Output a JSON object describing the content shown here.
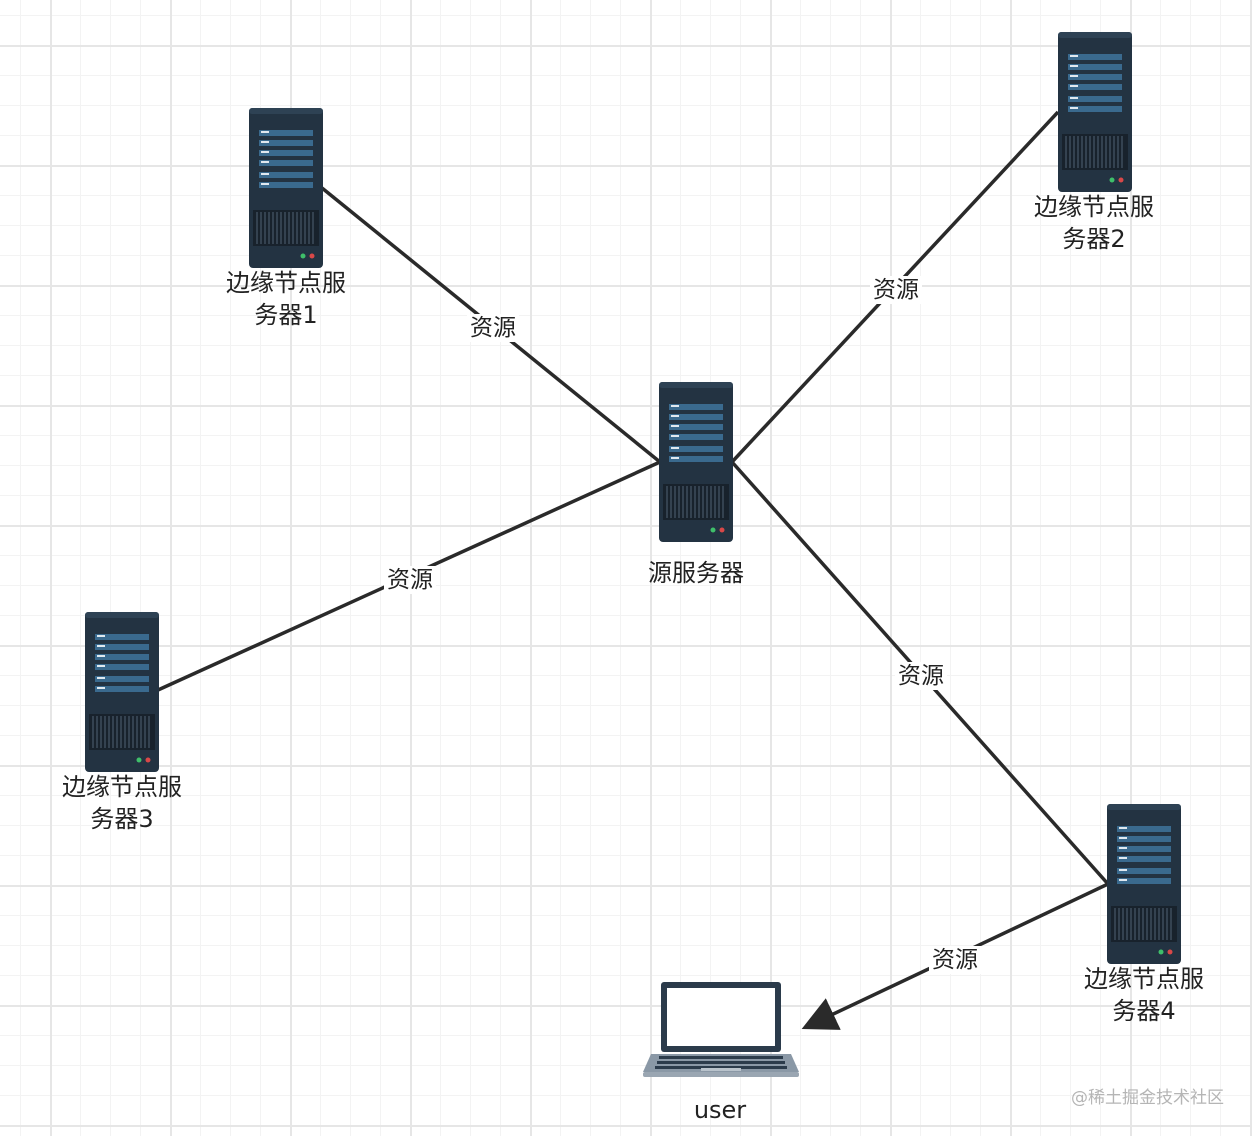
{
  "nodes": {
    "origin": {
      "label": "源服务器",
      "icon": "server-icon"
    },
    "edge1": {
      "label": "边缘节点服\n务器1",
      "icon": "server-icon"
    },
    "edge2": {
      "label": "边缘节点服\n务器2",
      "icon": "server-icon"
    },
    "edge3": {
      "label": "边缘节点服\n务器3",
      "icon": "server-icon"
    },
    "edge4": {
      "label": "边缘节点服\n务器4",
      "icon": "server-icon"
    },
    "user": {
      "label": "user",
      "icon": "laptop-icon"
    }
  },
  "edges": [
    {
      "from": "edge1",
      "to": "origin",
      "label": "资源"
    },
    {
      "from": "edge2",
      "to": "origin",
      "label": "资源"
    },
    {
      "from": "edge3",
      "to": "origin",
      "label": "资源"
    },
    {
      "from": "origin",
      "to": "edge4",
      "label": "资源"
    },
    {
      "from": "edge4",
      "to": "user",
      "label": "资源",
      "arrow": true
    }
  ],
  "colors": {
    "server_body": "#233342",
    "server_panel": "#3a6a8e",
    "line": "#2a2a2a",
    "grid": "#e6e6e6"
  },
  "watermark": "@稀土掘金技术社区"
}
